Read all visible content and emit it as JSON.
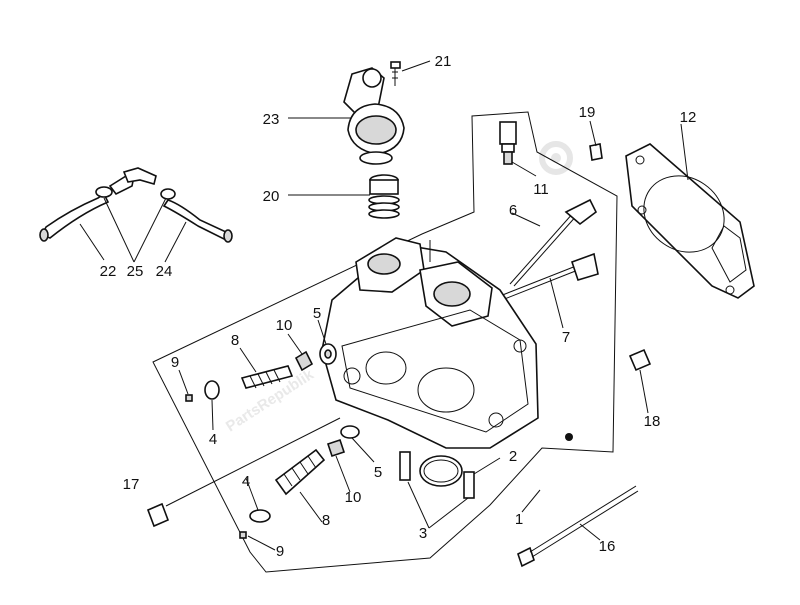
{
  "diagram": {
    "callouts": [
      {
        "id": "c21",
        "label": "21"
      },
      {
        "id": "c23",
        "label": "23"
      },
      {
        "id": "c20",
        "label": "20"
      },
      {
        "id": "c19",
        "label": "19"
      },
      {
        "id": "c12",
        "label": "12"
      },
      {
        "id": "c11",
        "label": "11"
      },
      {
        "id": "c6",
        "label": "6"
      },
      {
        "id": "c7",
        "label": "7"
      },
      {
        "id": "c22",
        "label": "22"
      },
      {
        "id": "c25",
        "label": "25"
      },
      {
        "id": "c24",
        "label": "24"
      },
      {
        "id": "c10a",
        "label": "10"
      },
      {
        "id": "c5a",
        "label": "5"
      },
      {
        "id": "c8a",
        "label": "8"
      },
      {
        "id": "c9a",
        "label": "9"
      },
      {
        "id": "c4a",
        "label": "4"
      },
      {
        "id": "c18",
        "label": "18"
      },
      {
        "id": "c5b",
        "label": "5"
      },
      {
        "id": "c2",
        "label": "2"
      },
      {
        "id": "c17",
        "label": "17"
      },
      {
        "id": "c4b",
        "label": "4"
      },
      {
        "id": "c10b",
        "label": "10"
      },
      {
        "id": "c8b",
        "label": "8"
      },
      {
        "id": "c1",
        "label": "1"
      },
      {
        "id": "c3",
        "label": "3"
      },
      {
        "id": "c16",
        "label": "16"
      },
      {
        "id": "c9b",
        "label": "9"
      }
    ],
    "watermark": {
      "text": "PartsRepublik"
    }
  }
}
